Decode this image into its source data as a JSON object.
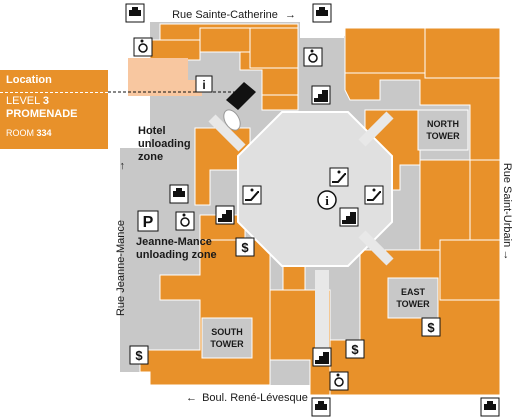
{
  "streets": {
    "north": "Rue Sainte-Catherine",
    "south": "Boul. René-Lévesque",
    "west": "Rue Jeanne-Mance",
    "east": "Rue Saint-Urbain"
  },
  "zones": {
    "hotel_unloading": [
      "Hotel",
      "unloading",
      "zone"
    ],
    "jm_unloading": [
      "Jeanne-Mance",
      "unloading zone"
    ]
  },
  "towers": {
    "north": [
      "NORTH",
      "TOWER"
    ],
    "east": [
      "EAST",
      "TOWER"
    ],
    "south": [
      "SOUTH",
      "TOWER"
    ]
  },
  "location_box": {
    "title": "Location",
    "level_word": "LEVEL",
    "level_num": "3",
    "area": "PROMENADE",
    "room_word": "ROOM",
    "room_num": "334"
  },
  "icons": {
    "parking": "P",
    "info": "i",
    "money": "$"
  },
  "colors": {
    "store": "#e8912a",
    "corridor": "#c8c8c8",
    "highlight": "#f8c7a0",
    "location_box": "#e8912a"
  }
}
